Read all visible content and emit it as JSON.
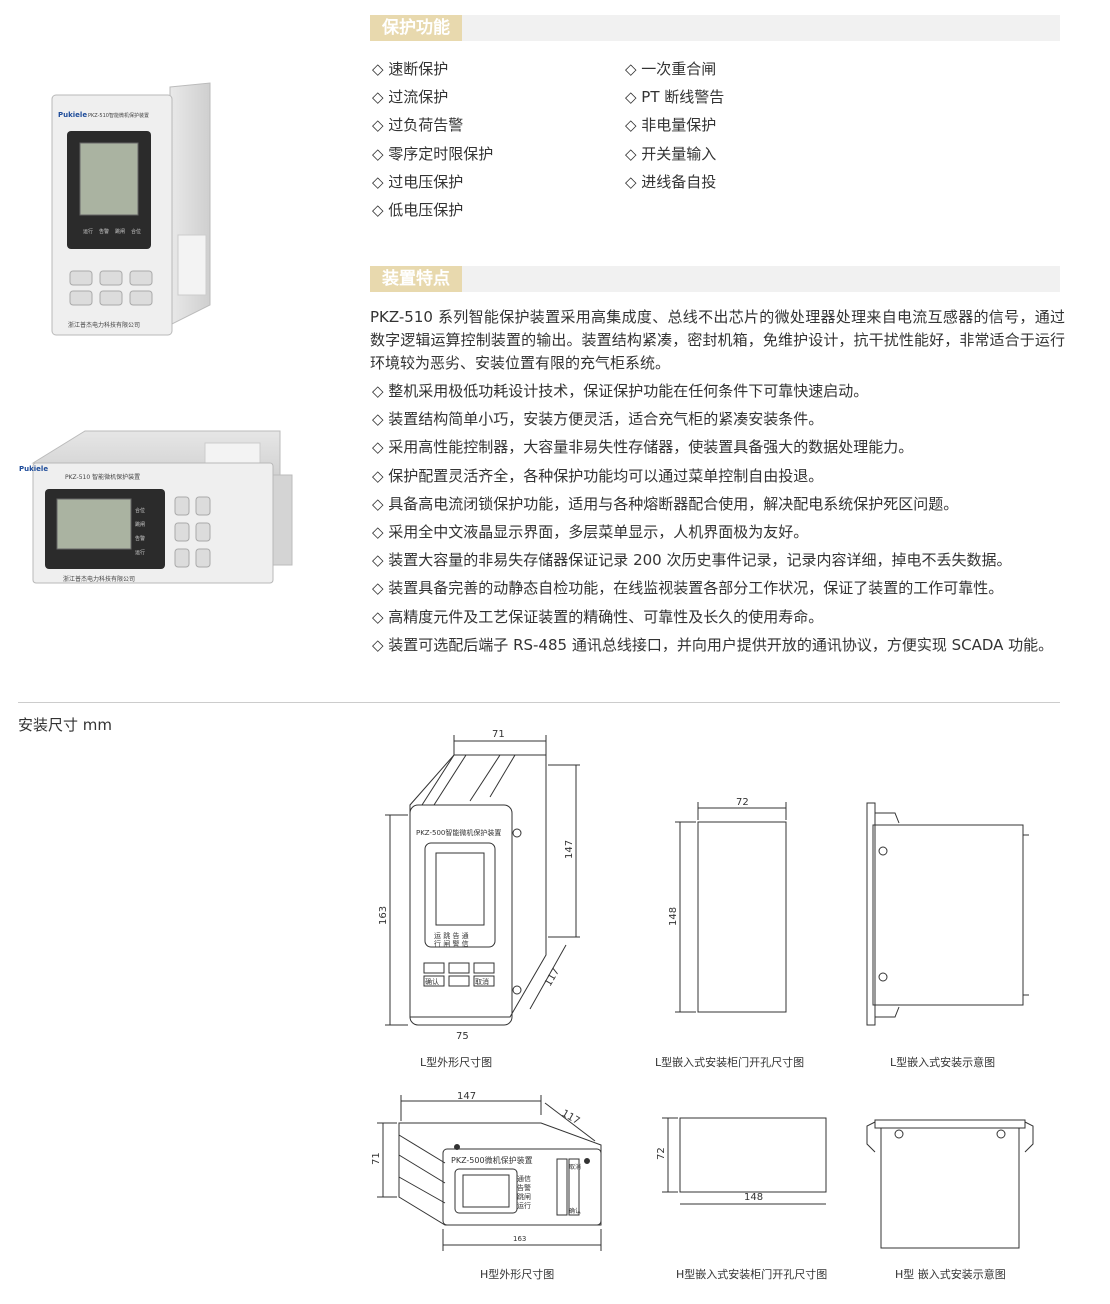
{
  "section1": {
    "title": "保护功能"
  },
  "features_left": [
    "◇ 速断保护",
    "◇ 过流保护",
    "◇  过负荷告警",
    "◇ 零序定时限保护",
    "◇  过电压保护",
    "◇ 低电压保护"
  ],
  "features_right": [
    "◇  一次重合闸",
    "◇  PT 断线警告",
    "◇  非电量保护",
    "◇ 开关量输入",
    "◇ 进线备自投"
  ],
  "section2": {
    "title": "装置特点"
  },
  "intro": "PKZ-510 系列智能保护装置采用高集成度、总线不出芯片的微处理器处理来自电流互感器的信号，通过数字逻辑运算控制装置的输出。装置结构紧凑，密封机箱，免维护设计，抗干扰性能好，非常适合于运行环境较为恶劣、安装位置有限的充气柜系统。",
  "bullets": [
    "◇  整机采用极低功耗设计技术，保证保护功能在任何条件下可靠快速启动。",
    "◇  装置结构简单小巧，安装方便灵活，适合充气柜的紧凑安装条件。",
    "◇  采用高性能控制器，大容量非易失性存储器，使装置具备强大的数据处理能力。",
    "◇  保护配置灵活齐全，各种保护功能均可以通过菜单控制自由投退。",
    "◇  具备高电流闭锁保护功能，适用与各种熔断器配合使用，解决配电系统保护死区问题。",
    "◇  采用全中文液晶显示界面，多层菜单显示，人机界面极为友好。",
    "◇  装置大容量的非易失存储器保证记录 200 次历史事件记录，记录内容详细，掉电不丢失数据。",
    "◇  装置具备完善的动静态自检功能，在线监视装置各部分工作状况，保证了装置的工作可靠性。",
    "◇ 高精度元件及工艺保证装置的精确性、可靠性及长久的使用寿命。",
    "◇  装置可选配后端子 RS-485 通讯总线接口，并向用户提供开放的通讯协议，方便实现 SCADA 功能。"
  ],
  "dimensions_title": "安装尺寸 mm",
  "product1": {
    "brand": "Pukiele",
    "model": "PKZ-510智能微机保护装置",
    "leds": [
      "运行",
      "告警",
      "跳闸",
      "合位"
    ],
    "company": "浙江普杰电力科技有限公司"
  },
  "product2": {
    "brand": "Pukiele",
    "model": "PKZ-510 智能微机保护装置",
    "side_labels": [
      "合位",
      "跳闸",
      "告警",
      "运行"
    ],
    "company": "浙江普杰电力科技有限公司"
  },
  "diagram_L": {
    "panel_label": "PKZ-500智能微机保护装置",
    "led_labels_top": "运 跳 告 通",
    "led_labels_bottom": "行 闸 警 信",
    "btn_confirm": "确认",
    "btn_cancel": "取消",
    "dim_top": "71",
    "dim_depth": "147",
    "dim_height": "163",
    "dim_diag": "117",
    "dim_bottom": "75",
    "caption": "L型外形尺寸图"
  },
  "diagram_L_cutout": {
    "dim_w": "72",
    "dim_h": "148",
    "caption": "L型嵌入式安装柜门开孔尺寸图"
  },
  "diagram_L_mount": {
    "caption": "L型嵌入式安装示意图"
  },
  "diagram_H": {
    "panel_label": "PKZ-500微机保护装置",
    "side_labels": [
      "通信",
      "告警",
      "跳闸",
      "运行"
    ],
    "btn_confirm": "确认",
    "btn_cancel": "取消",
    "dim_depth": "147",
    "dim_diag": "117",
    "dim_h": "71",
    "dim_w": "163",
    "caption": "H型外形尺寸图"
  },
  "diagram_H_cutout": {
    "dim_h": "72",
    "dim_w": "148",
    "caption": "H型嵌入式安装柜门开孔尺寸图"
  },
  "diagram_H_mount": {
    "caption": "H型 嵌入式安装示意图"
  }
}
